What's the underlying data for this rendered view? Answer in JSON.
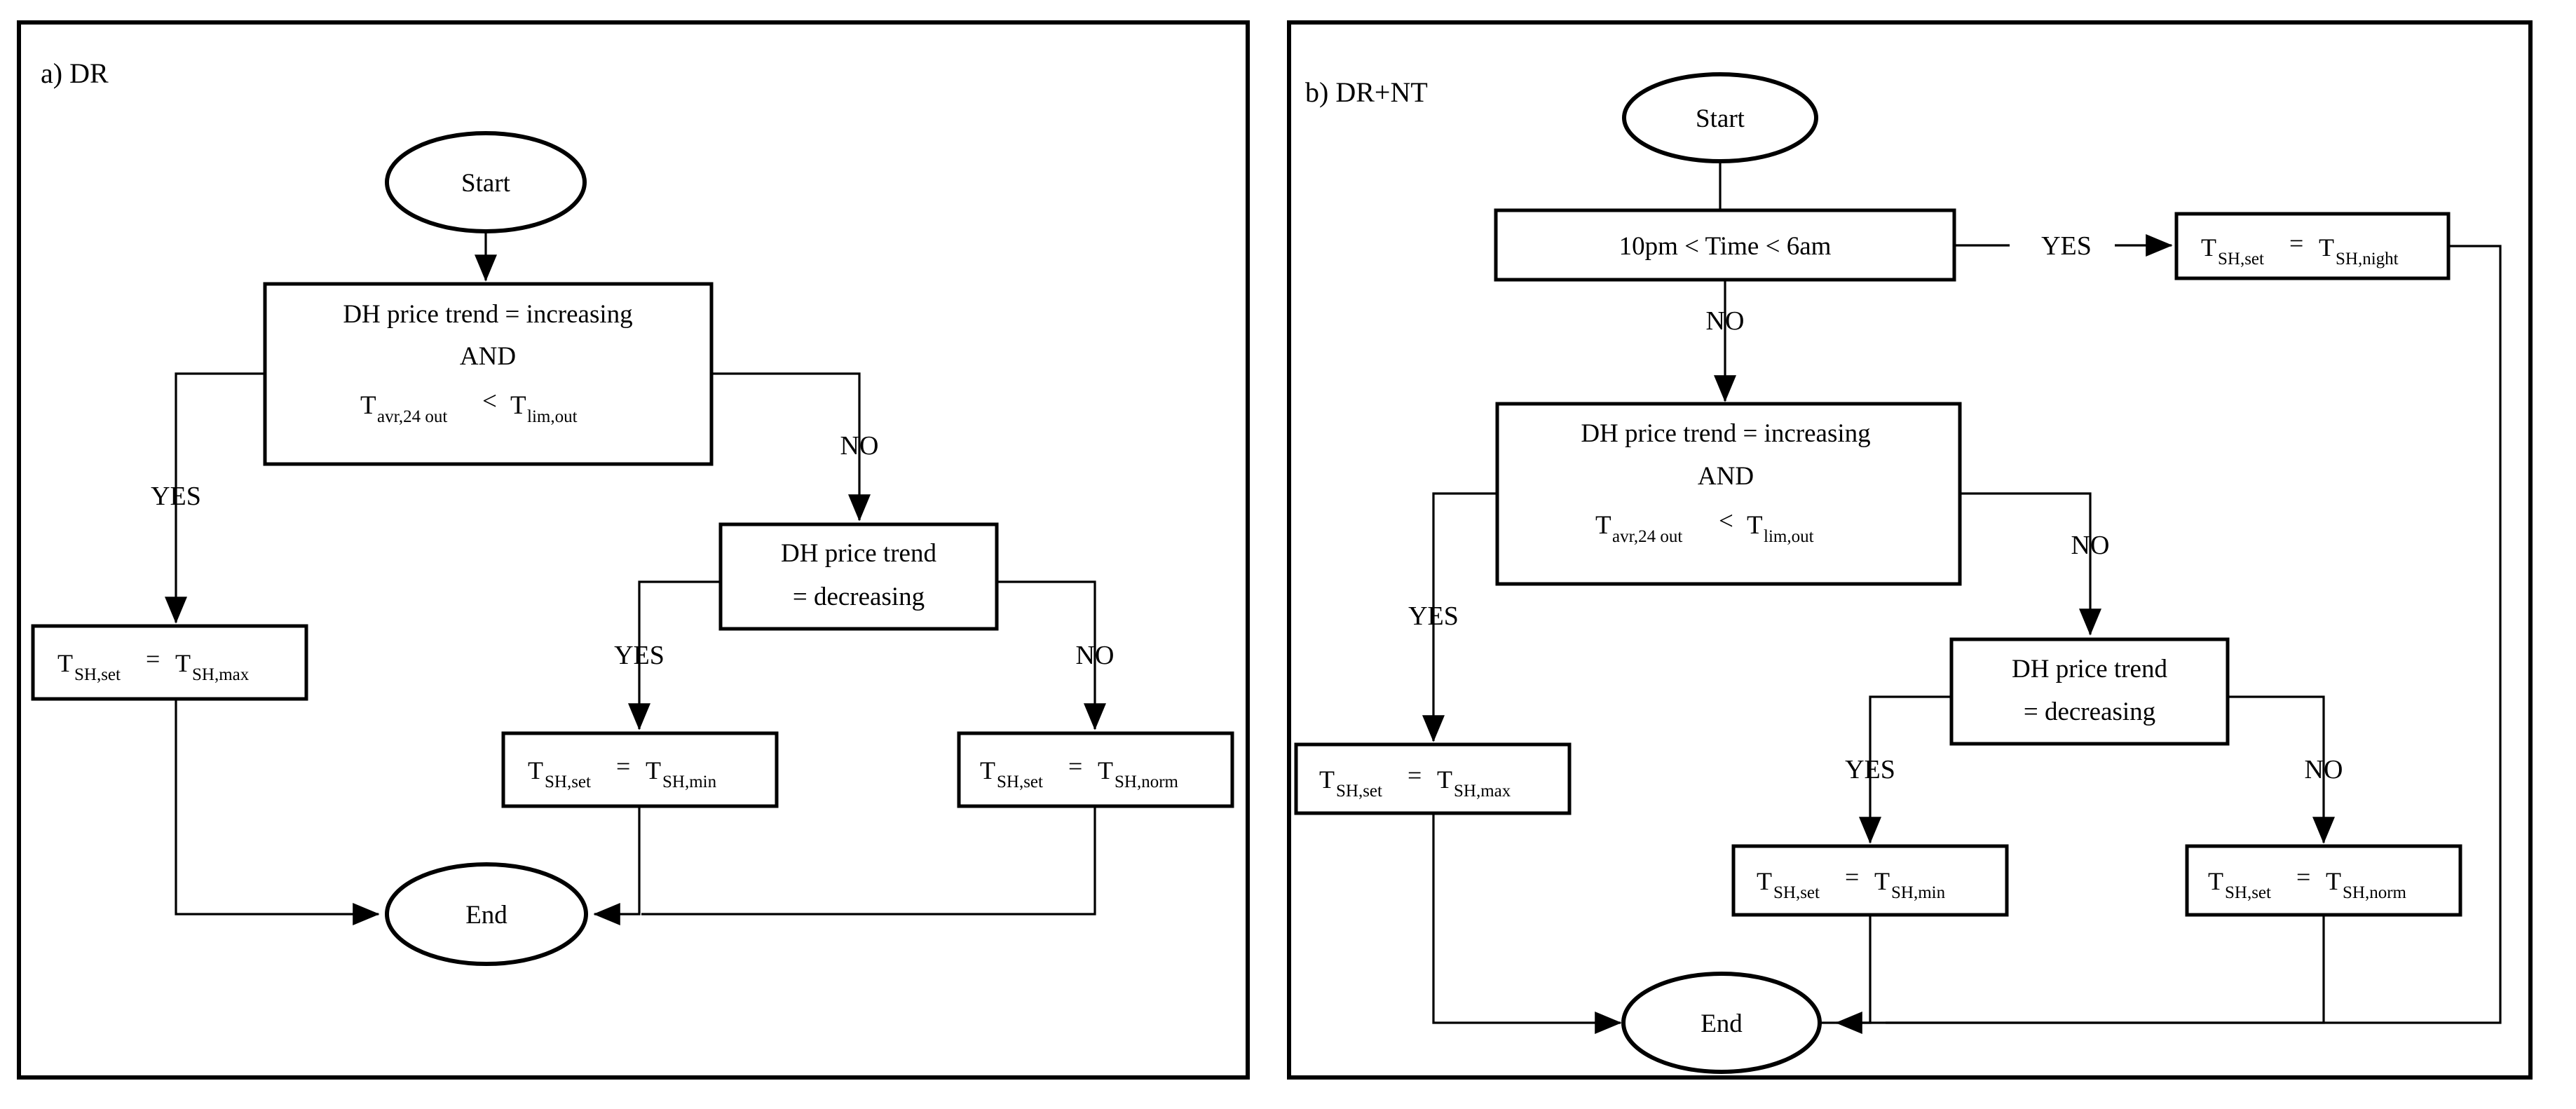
{
  "figure": {
    "type": "flowchart",
    "panels": [
      {
        "id": "a",
        "caption": "a) DR",
        "nodes": {
          "start": "Start",
          "decision1_line1": "DH price trend = increasing",
          "decision1_line2": "AND",
          "decision1_line3_lhs_base": "T",
          "decision1_line3_lhs_sub": "avr,24 out",
          "decision1_line3_op": "<",
          "decision1_line3_rhs_base": "T",
          "decision1_line3_rhs_sub": "lim,out",
          "decision2_line1": "DH price trend",
          "decision2_line2": "= decreasing",
          "action_max_base1": "T",
          "action_max_sub1": "SH,set",
          "action_max_eq": "=",
          "action_max_base2": "T",
          "action_max_sub2": "SH,max",
          "action_min_base1": "T",
          "action_min_sub1": "SH,set",
          "action_min_eq": "=",
          "action_min_base2": "T",
          "action_min_sub2": "SH,min",
          "action_norm_base1": "T",
          "action_norm_sub1": "SH,set",
          "action_norm_eq": "=",
          "action_norm_base2": "T",
          "action_norm_sub2": "SH,norm",
          "end": "End"
        },
        "edge_labels": {
          "d1_yes": "YES",
          "d1_no": "NO",
          "d2_yes": "YES",
          "d2_no": "NO"
        }
      },
      {
        "id": "b",
        "caption": "b) DR+NT",
        "nodes": {
          "start": "Start",
          "time_check": "10pm < Time < 6am",
          "action_night_base1": "T",
          "action_night_sub1": "SH,set",
          "action_night_eq": "=",
          "action_night_base2": "T",
          "action_night_sub2": "SH,night",
          "decision1_line1": "DH price trend = increasing",
          "decision1_line2": "AND",
          "decision1_line3_lhs_base": "T",
          "decision1_line3_lhs_sub": "avr,24 out",
          "decision1_line3_op": "<",
          "decision1_line3_rhs_base": "T",
          "decision1_line3_rhs_sub": "lim,out",
          "decision2_line1": "DH price trend",
          "decision2_line2": "= decreasing",
          "action_max_base1": "T",
          "action_max_sub1": "SH,set",
          "action_max_eq": "=",
          "action_max_base2": "T",
          "action_max_sub2": "SH,max",
          "action_min_base1": "T",
          "action_min_sub1": "SH,set",
          "action_min_eq": "=",
          "action_min_base2": "T",
          "action_min_sub2": "SH,min",
          "action_norm_base1": "T",
          "action_norm_sub1": "SH,set",
          "action_norm_eq": "=",
          "action_norm_base2": "T",
          "action_norm_sub2": "SH,norm",
          "end": "End"
        },
        "edge_labels": {
          "time_yes": "YES",
          "time_no": "NO",
          "d1_yes": "YES",
          "d1_no": "NO",
          "d2_yes": "YES",
          "d2_no": "NO"
        }
      }
    ],
    "colors": {
      "stroke": "#000000",
      "fill": "#ffffff",
      "background": "#ffffff"
    }
  }
}
